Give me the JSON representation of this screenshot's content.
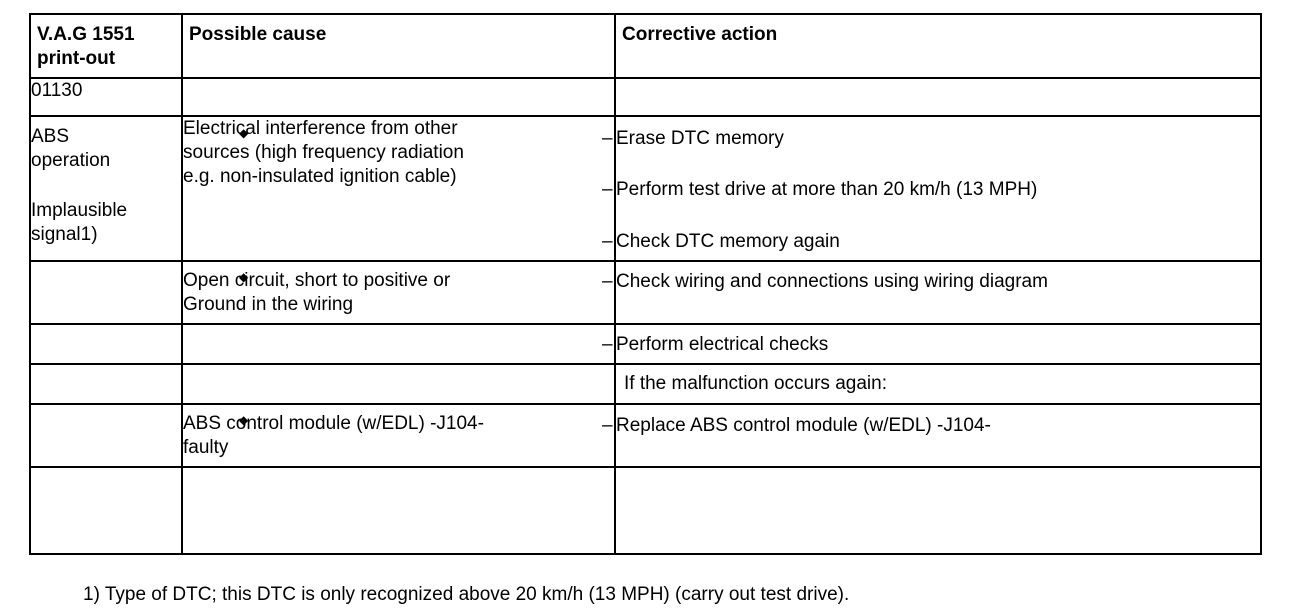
{
  "table": {
    "headers": {
      "printout": [
        "V.A.G 1551",
        "print-out"
      ],
      "cause": "Possible cause",
      "action": "Corrective action"
    },
    "code_row": {
      "code": "01130"
    },
    "row1": {
      "printout": [
        "ABS",
        "operation",
        "",
        "Implausible",
        "signal1)"
      ],
      "cause": [
        "Electrical interference from other",
        "sources (high frequency radiation",
        "e.g. non-insulated ignition cable)"
      ],
      "actions": [
        "Erase DTC memory",
        "Perform test drive at more than 20 km/h (13 MPH)",
        "Check DTC memory again"
      ]
    },
    "row2": {
      "cause": [
        "Open circuit, short to positive or",
        "Ground in the wiring"
      ],
      "action": "Check wiring and connections using wiring diagram"
    },
    "row3": {
      "action": "Perform electrical checks"
    },
    "row4": {
      "note": "If the malfunction occurs again:"
    },
    "row5": {
      "cause": [
        "ABS control module (w/EDL) -J104-",
        "faulty"
      ],
      "action": "Replace ABS control module (w/EDL) -J104-"
    }
  },
  "footnote": "1) Type of DTC; this DTC is only recognized above 20 km/h (13 MPH) (carry out test drive)."
}
